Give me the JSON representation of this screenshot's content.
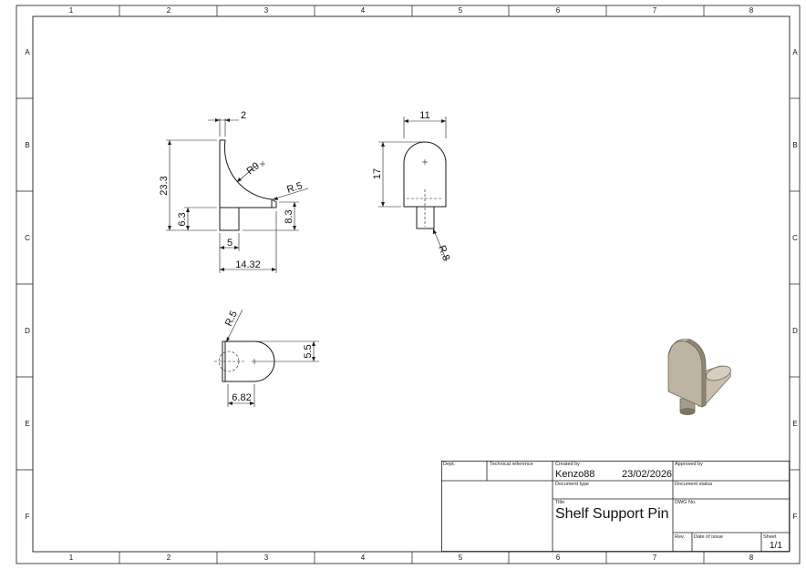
{
  "zones": {
    "columns": [
      "1",
      "2",
      "3",
      "4",
      "5",
      "6",
      "7",
      "8"
    ],
    "rows": [
      "A",
      "B",
      "C",
      "D",
      "E",
      "F"
    ]
  },
  "dimensions": {
    "side_view": {
      "thickness": "2",
      "height": "23.3",
      "radius_large": "R9",
      "radius_small": "R.5",
      "stem_left": "6.3",
      "stem_right": "8.3",
      "stem_width": "5",
      "overall_length": "14.32"
    },
    "front_view": {
      "width": "11",
      "height": "17",
      "radius": "R.8"
    },
    "top_view": {
      "radius": "R.5",
      "half_width": "5.5",
      "offset": "6.82"
    }
  },
  "title_block": {
    "dept_label": "Dept.",
    "technical_reference_label": "Technical reference",
    "created_by_label": "Created by",
    "created_by": "Kenzo88",
    "created_date": "23/02/2026",
    "approved_by_label": "Approved by",
    "document_type_label": "Document type",
    "document_status_label": "Document status",
    "title_label": "Title",
    "title": "Shelf Support Pin",
    "dwg_no_label": "DWG No.",
    "rev_label": "Rev.",
    "date_of_issue_label": "Date of issue",
    "sheet_label": "Sheet",
    "sheet": "1/1"
  },
  "colors": {
    "line": "#1a1a1a",
    "part_light": "#d4cdbd",
    "part_mid": "#bbb29f",
    "part_dark": "#8d8574"
  }
}
